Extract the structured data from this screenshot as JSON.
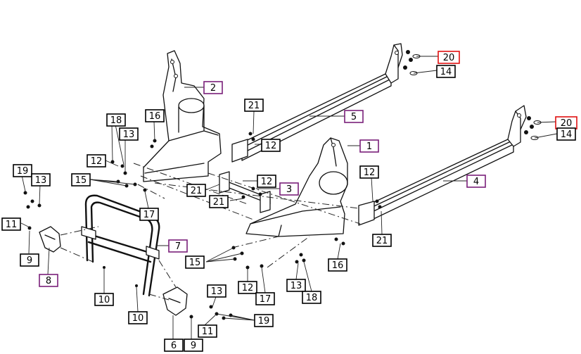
{
  "colors": {
    "std": "#000000",
    "assembly": "#7a1f7a",
    "highlight": "#e01010"
  },
  "callouts": [
    {
      "id": "c20a",
      "label": "20",
      "style": "highlight"
    },
    {
      "id": "c14a",
      "label": "14",
      "style": "std"
    },
    {
      "id": "c2",
      "label": "2",
      "style": "assembly"
    },
    {
      "id": "c21a",
      "label": "21",
      "style": "std"
    },
    {
      "id": "c5",
      "label": "5",
      "style": "assembly"
    },
    {
      "id": "c20b",
      "label": "20",
      "style": "highlight"
    },
    {
      "id": "c14b",
      "label": "14",
      "style": "std"
    },
    {
      "id": "c16a",
      "label": "16",
      "style": "std"
    },
    {
      "id": "c18a",
      "label": "18",
      "style": "std"
    },
    {
      "id": "c13a",
      "label": "13",
      "style": "std"
    },
    {
      "id": "c12a",
      "label": "12",
      "style": "std"
    },
    {
      "id": "c1",
      "label": "1",
      "style": "assembly"
    },
    {
      "id": "c12b",
      "label": "12",
      "style": "std"
    },
    {
      "id": "c19a",
      "label": "19",
      "style": "std"
    },
    {
      "id": "c13b",
      "label": "13",
      "style": "std"
    },
    {
      "id": "c15a",
      "label": "15",
      "style": "std"
    },
    {
      "id": "c12c",
      "label": "12",
      "style": "std"
    },
    {
      "id": "c21b",
      "label": "21",
      "style": "std"
    },
    {
      "id": "c3",
      "label": "3",
      "style": "assembly"
    },
    {
      "id": "c12d",
      "label": "12",
      "style": "std"
    },
    {
      "id": "c4",
      "label": "4",
      "style": "assembly"
    },
    {
      "id": "c21c",
      "label": "21",
      "style": "std"
    },
    {
      "id": "c17a",
      "label": "17",
      "style": "std"
    },
    {
      "id": "c11a",
      "label": "11",
      "style": "std"
    },
    {
      "id": "c21d",
      "label": "21",
      "style": "std"
    },
    {
      "id": "c7",
      "label": "7",
      "style": "assembly"
    },
    {
      "id": "c15b",
      "label": "15",
      "style": "std"
    },
    {
      "id": "c16b",
      "label": "16",
      "style": "std"
    },
    {
      "id": "c9a",
      "label": "9",
      "style": "std"
    },
    {
      "id": "c8",
      "label": "8",
      "style": "assembly"
    },
    {
      "id": "c12e",
      "label": "12",
      "style": "std"
    },
    {
      "id": "c17b",
      "label": "17",
      "style": "std"
    },
    {
      "id": "c13c",
      "label": "13",
      "style": "std"
    },
    {
      "id": "c18b",
      "label": "18",
      "style": "std"
    },
    {
      "id": "c10a",
      "label": "10",
      "style": "std"
    },
    {
      "id": "c13d",
      "label": "13",
      "style": "std"
    },
    {
      "id": "c10b",
      "label": "10",
      "style": "std"
    },
    {
      "id": "c11b",
      "label": "11",
      "style": "std"
    },
    {
      "id": "c19b",
      "label": "19",
      "style": "std"
    },
    {
      "id": "c6",
      "label": "6",
      "style": "std"
    },
    {
      "id": "c9b",
      "label": "9",
      "style": "std"
    }
  ]
}
